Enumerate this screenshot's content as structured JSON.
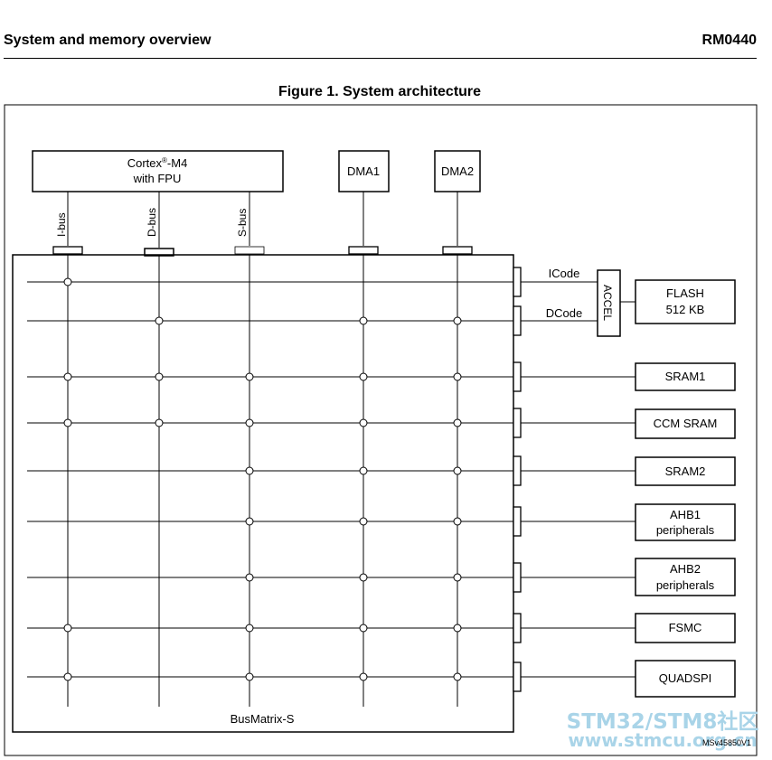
{
  "header": {
    "section_title": "System and memory overview",
    "doc_id": "RM0440"
  },
  "figure": {
    "title": "Figure 1. System architecture"
  },
  "masters": {
    "cpu": {
      "line1": "Cortex",
      "reg": "®",
      "line1b": "-M4",
      "line2": "with FPU"
    },
    "dma1": "DMA1",
    "dma2": "DMA2"
  },
  "buses": {
    "ibus": "I-bus",
    "dbus": "D-bus",
    "sbus": "S-bus"
  },
  "matrix": {
    "label": "BusMatrix-S"
  },
  "links": {
    "icode": "ICode",
    "dcode": "DCode",
    "accel": "ACCEL"
  },
  "slaves": {
    "flash": {
      "line1": "FLASH",
      "line2": "512 KB"
    },
    "sram1": "SRAM1",
    "ccm_sram": "CCM SRAM",
    "sram2": "SRAM2",
    "ahb1": {
      "line1": "AHB1",
      "line2": "peripherals"
    },
    "ahb2": {
      "line1": "AHB2",
      "line2": "peripherals"
    },
    "fsmc": "FSMC",
    "quadspi": "QUADSPI"
  },
  "figure_id": "MSv45850V1",
  "watermark": {
    "line1": "STM32/STM8社区",
    "line2": "www.stmcu.org.cn"
  }
}
